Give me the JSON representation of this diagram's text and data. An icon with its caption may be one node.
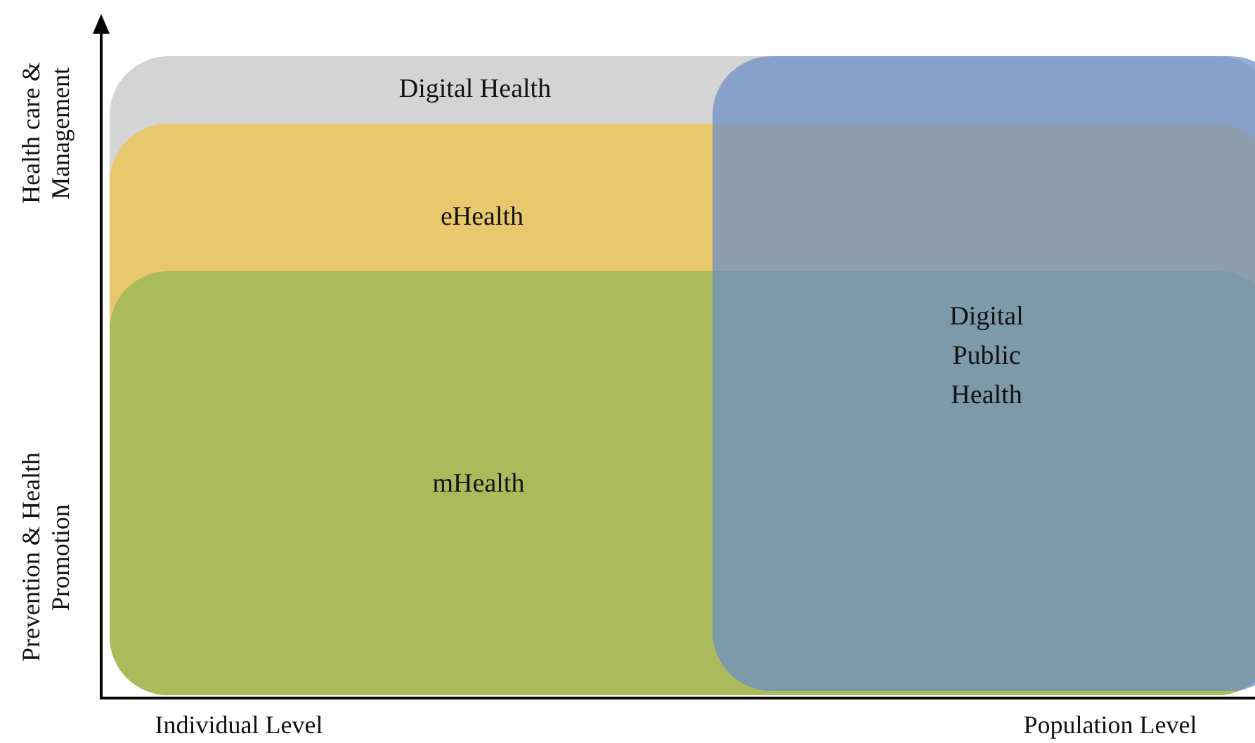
{
  "diagram": {
    "nodes": [
      {
        "text": [
          "Digital Health"
        ]
      },
      {
        "text": [
          "eHealth"
        ],
        "in": 0
      },
      {
        "text": [
          "mHealth"
        ],
        "in": 1
      },
      {
        "text": [
          "Digital Public Health"
        ],
        "in": 0
      }
    ],
    "edges": [],
    "labels": [
      "Health care & Management",
      "Prevention & Health Promotion",
      "Individual Level",
      "Population Level"
    ]
  }
}
